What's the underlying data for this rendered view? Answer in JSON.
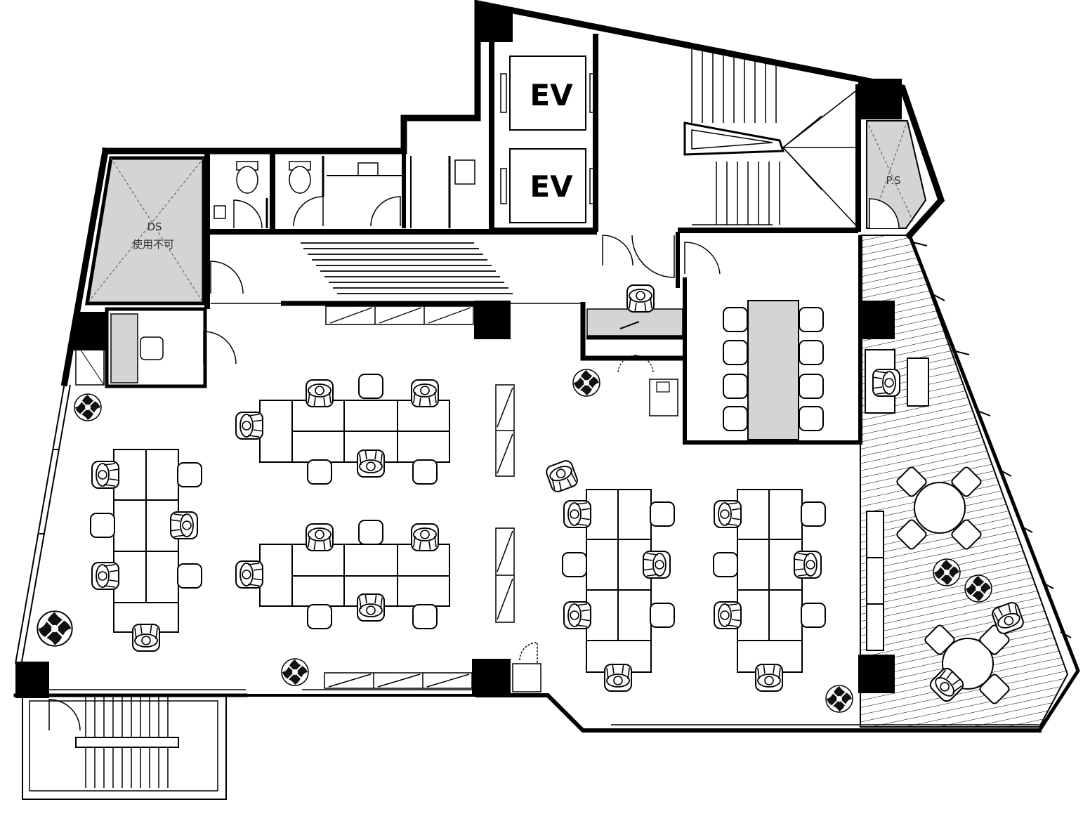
{
  "labels": {
    "ev_top": "EV",
    "ev_bottom": "EV",
    "ds": "DS",
    "ds_note": "使用不可",
    "ps": "P.S"
  },
  "colors": {
    "wall": "#000000",
    "shaft_fill": "#d4d4d4",
    "line": "#000000",
    "background": "#ffffff"
  }
}
